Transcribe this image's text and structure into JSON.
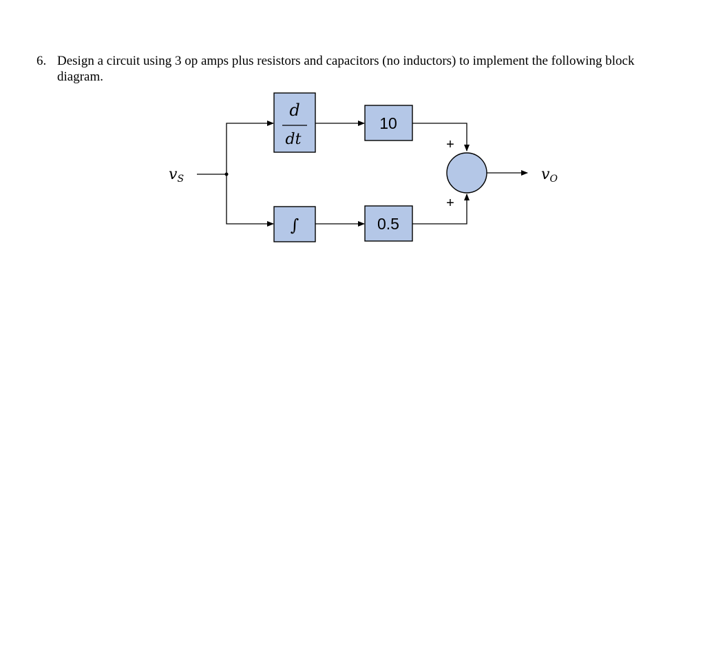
{
  "question": {
    "number": "6.",
    "text": "Design a circuit using 3 op amps plus resistors and capacitors (no inductors) to implement the following block diagram."
  },
  "diagram": {
    "input_label": "v",
    "input_sub": "S",
    "output_label": "v",
    "output_sub": "O",
    "derivative_top": "d",
    "derivative_bottom": "dt",
    "integral_symbol": "∫",
    "gain_top": "10",
    "gain_bottom": "0.5",
    "sum_sign_top": "+",
    "sum_sign_bottom": "+",
    "block_fill": "#b4c7e7"
  }
}
